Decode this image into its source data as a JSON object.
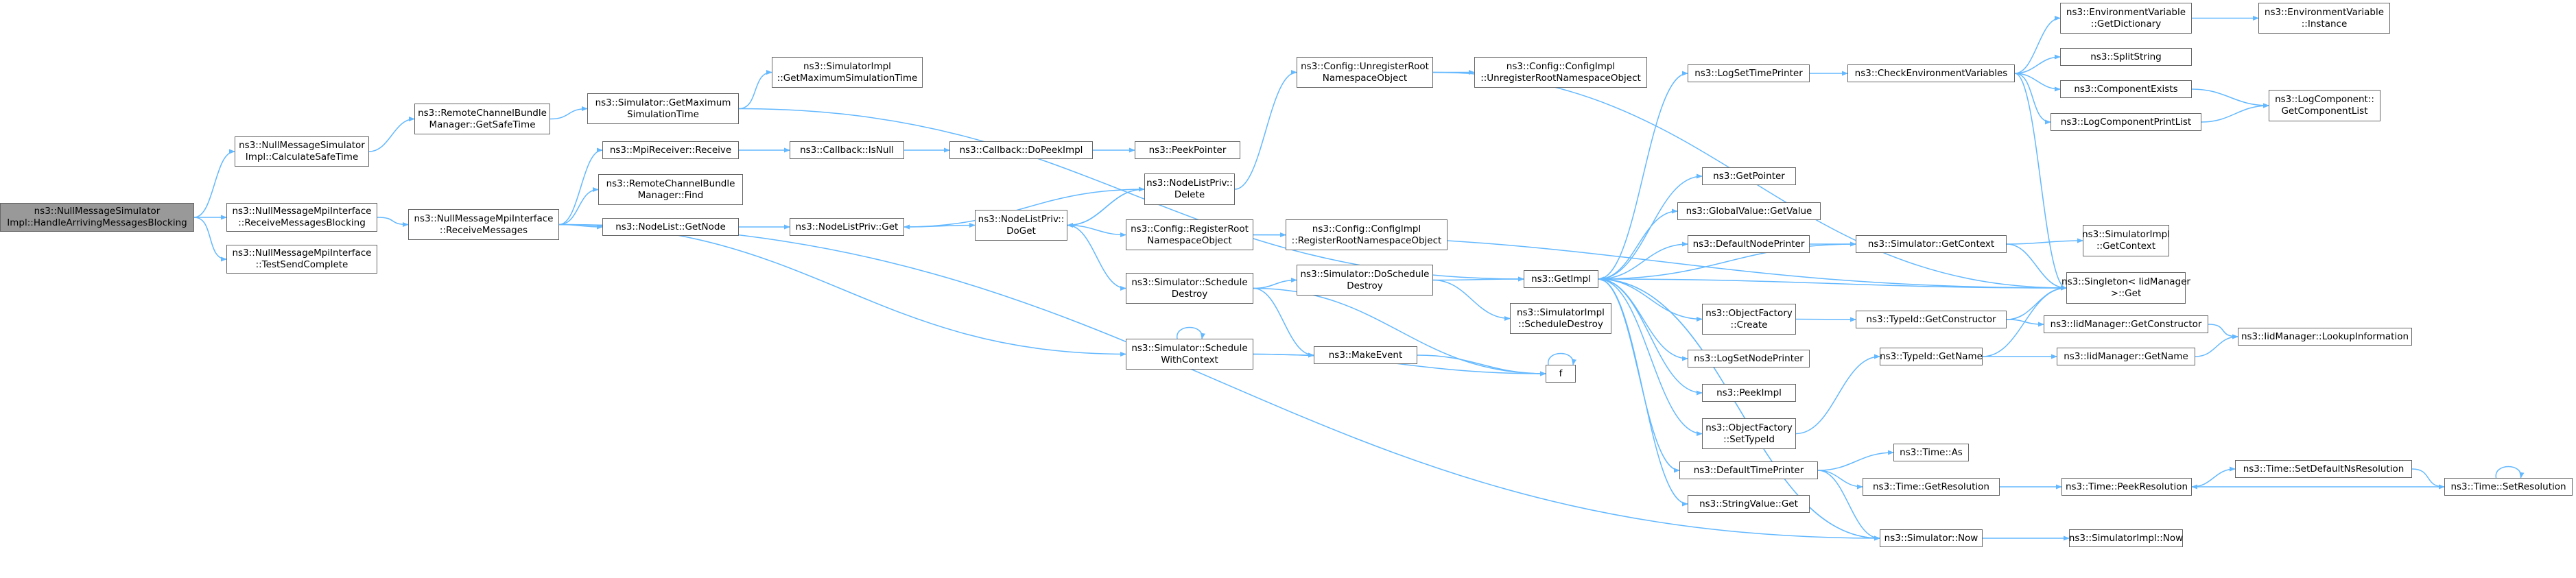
{
  "diagram": {
    "edge_color": "#63b8ff",
    "root_fill": "#999999",
    "node_border": "#666666",
    "nodes": {
      "root": [
        "ns3::NullMessageSimulator",
        "Impl::HandleArrivingMessagesBlocking"
      ],
      "calcSafe": [
        "ns3::NullMessageSimulator",
        "Impl::CalculateSafeTime"
      ],
      "rmbBlocking": [
        "ns3::NullMessageMpiInterface",
        "::ReceiveMessagesBlocking"
      ],
      "testSend": [
        "ns3::NullMessageMpiInterface",
        "::TestSendComplete"
      ],
      "getSafeTime": [
        "ns3::RemoteChannelBundle",
        "Manager::GetSafeTime"
      ],
      "receiveMessages": [
        "ns3::NullMessageMpiInterface",
        "::ReceiveMessages"
      ],
      "simGetMax": [
        "ns3::Simulator::GetMaximum",
        "SimulationTime"
      ],
      "implGetMax": [
        "ns3::SimulatorImpl",
        "::GetMaximumSimulationTime"
      ],
      "mpiReceive": [
        "ns3::MpiReceiver::Receive"
      ],
      "rcbFind": [
        "ns3::RemoteChannelBundle",
        "Manager::Find"
      ],
      "nodeListGetNode": [
        "ns3::NodeList::GetNode"
      ],
      "cbIsNull": [
        "ns3::Callback::IsNull"
      ],
      "cbDoPeek": [
        "ns3::Callback::DoPeekImpl"
      ],
      "peekPointer": [
        "ns3::PeekPointer"
      ],
      "nlpGet": [
        "ns3::NodeListPriv::Get"
      ],
      "nlpDoGet": [
        "ns3::NodeListPriv::",
        "DoGet"
      ],
      "nlpDelete": [
        "ns3::NodeListPriv::",
        "Delete"
      ],
      "cfgUnreg": [
        "ns3::Config::UnregisterRoot",
        "NamespaceObject"
      ],
      "cfgImplUnreg": [
        "ns3::Config::ConfigImpl",
        "::UnregisterRootNamespaceObject"
      ],
      "cfgReg": [
        "ns3::Config::RegisterRoot",
        "NamespaceObject"
      ],
      "cfgImplReg": [
        "ns3::Config::ConfigImpl",
        "::RegisterRootNamespaceObject"
      ],
      "simSchedDestroy": [
        "ns3::Simulator::Schedule",
        "Destroy"
      ],
      "simDoSchedDestroy": [
        "ns3::Simulator::DoSchedule",
        "Destroy"
      ],
      "implSchedDestroy": [
        "ns3::SimulatorImpl",
        "::ScheduleDestroy"
      ],
      "simSchedWithCtx": [
        "ns3::Simulator::Schedule",
        "WithContext"
      ],
      "makeEvent": [
        "ns3::MakeEvent"
      ],
      "f": [
        "f"
      ],
      "getImpl": [
        "ns3::GetImpl"
      ],
      "logSetTimePrinter": [
        "ns3::LogSetTimePrinter"
      ],
      "checkEnv": [
        "ns3::CheckEnvironmentVariables"
      ],
      "envGetDict": [
        "ns3::EnvironmentVariable",
        "::GetDictionary"
      ],
      "envInstance": [
        "ns3::EnvironmentVariable",
        "::Instance"
      ],
      "splitString": [
        "ns3::SplitString"
      ],
      "compExists": [
        "ns3::ComponentExists"
      ],
      "logCompPrintList": [
        "ns3::LogComponentPrintList"
      ],
      "logCompGetList": [
        "ns3::LogComponent::",
        "GetComponentList"
      ],
      "getPointer": [
        "ns3::GetPointer"
      ],
      "globalValue": [
        "ns3::GlobalValue::GetValue"
      ],
      "defaultNodePrinter": [
        "ns3::DefaultNodePrinter"
      ],
      "simGetContext": [
        "ns3::Simulator::GetContext"
      ],
      "implGetContext": [
        "ns3::SimulatorImpl",
        "::GetContext"
      ],
      "singletonGet": [
        "ns3::Singleton< IidManager",
        " >::Get"
      ],
      "objFactCreate": [
        "ns3::ObjectFactory",
        "::Create"
      ],
      "typeIdGetCtor": [
        "ns3::TypeId::GetConstructor"
      ],
      "iidGetCtor": [
        "ns3::IidManager::GetConstructor"
      ],
      "iidLookup": [
        "ns3::IidManager::LookupInformation"
      ],
      "typeIdGetName": [
        "ns3::TypeId::GetName"
      ],
      "iidGetName": [
        "ns3::IidManager::GetName"
      ],
      "logSetNodePrinter": [
        "ns3::LogSetNodePrinter"
      ],
      "peekImpl": [
        "ns3::PeekImpl"
      ],
      "objFactSetTypeId": [
        "ns3::ObjectFactory",
        "::SetTypeId"
      ],
      "defaultTimePrinter": [
        "ns3::DefaultTimePrinter"
      ],
      "timeAs": [
        "ns3::Time::As"
      ],
      "timeGetRes": [
        "ns3::Time::GetResolution"
      ],
      "timePeekRes": [
        "ns3::Time::PeekResolution"
      ],
      "timeSetDefaultNs": [
        "ns3::Time::SetDefaultNsResolution"
      ],
      "timeSetRes": [
        "ns3::Time::SetResolution"
      ],
      "stringValueGet": [
        "ns3::StringValue::Get"
      ],
      "simNow": [
        "ns3::Simulator::Now"
      ],
      "implNow": [
        "ns3::SimulatorImpl::Now"
      ]
    }
  }
}
